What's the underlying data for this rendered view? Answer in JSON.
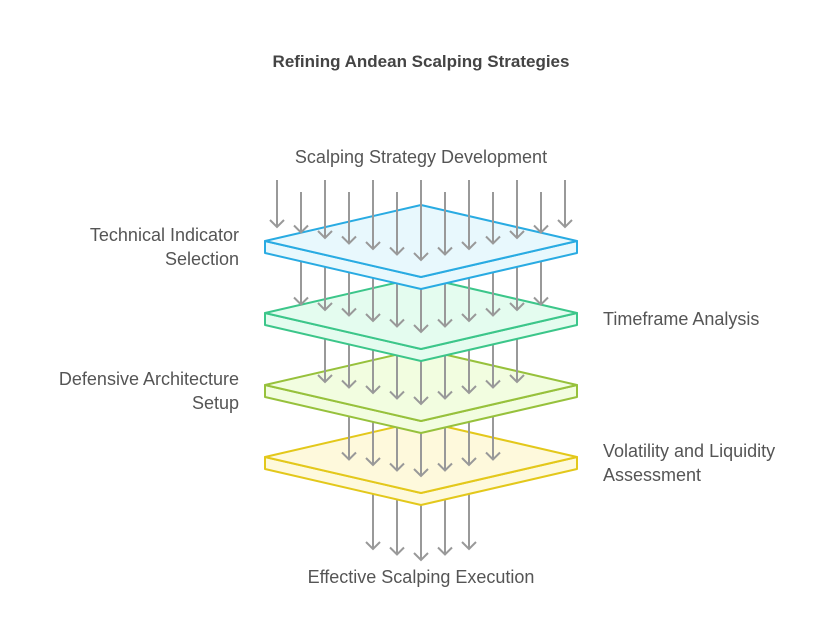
{
  "title": "Refining Andean Scalping Strategies",
  "input_label": "Scalping Strategy Development",
  "output_label": "Effective Scalping Execution",
  "layers": [
    {
      "label": "Technical Indicator\nSelection",
      "side": "left",
      "stroke": "#29abe2",
      "fill": "#e8f8fd"
    },
    {
      "label": "Timeframe Analysis",
      "side": "right",
      "stroke": "#3cc68a",
      "fill": "#e4fcef"
    },
    {
      "label": "Defensive Architecture\nSetup",
      "side": "left",
      "stroke": "#97c13c",
      "fill": "#f2fde0"
    },
    {
      "label": "Volatility and Liquidity\nAssessment",
      "side": "right",
      "stroke": "#e3c81b",
      "fill": "#fef9dc"
    }
  ],
  "arrow_color": "#999999"
}
